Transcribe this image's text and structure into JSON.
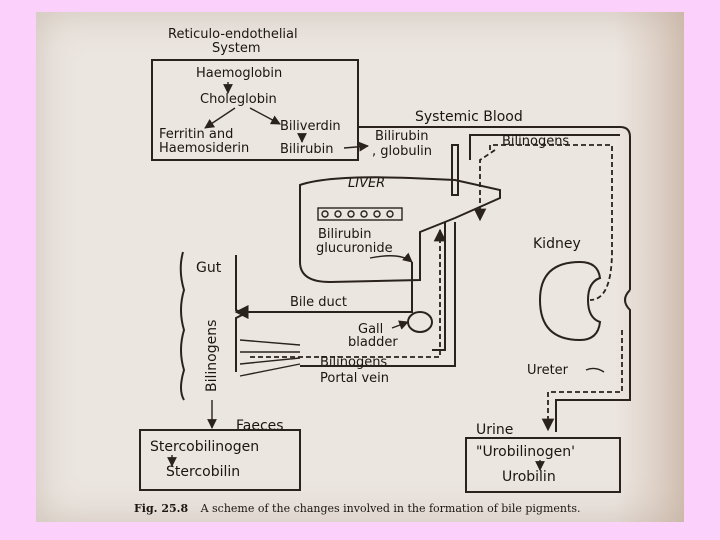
{
  "labels": {
    "res_title_1": "Reticulo-endothelial",
    "res_title_2": "System",
    "haemoglobin": "Haemoglobin",
    "choleglobin": "Choleglobin",
    "ferritin_1": "Ferritin and",
    "ferritin_2": "Haemosiderin",
    "biliverdin": "Biliverdin",
    "bilirubin_res": "Bilirubin",
    "bilirubin_globulin_1": "Bilirubin",
    "bilirubin_globulin_2": ", globulin",
    "systemic_blood": "Systemic Blood",
    "bilinogens_top": "Bilinogens",
    "liver": "LIVER",
    "bilirubin_glucuronide_1": "Bilirubin",
    "bilirubin_glucuronide_2": "glucuronide",
    "kidney": "Kidney",
    "gut": "Gut",
    "bile_duct": "Bile duct",
    "gall_1": "Gall",
    "gall_2": "bladder",
    "bilinogens_portal": "Bilinogens",
    "portal_vein": "Portal vein",
    "bilinogens_gut": "Bilinogens",
    "ureter": "Ureter",
    "faeces": "Faeces",
    "stercobilinogen": "Stercobilinogen",
    "stercobilin": "Stercobilin",
    "urine": "Urine",
    "urobilinogen": "\"Urobilinogen'",
    "urobilin": "Urobilin"
  },
  "caption": {
    "number": "Fig. 25.8",
    "text": "A scheme of the changes involved in the formation of bile pigments."
  },
  "colors": {
    "page_background": "#fbd0fb",
    "paper": "#ece6e0",
    "ink": "#2a221c"
  }
}
